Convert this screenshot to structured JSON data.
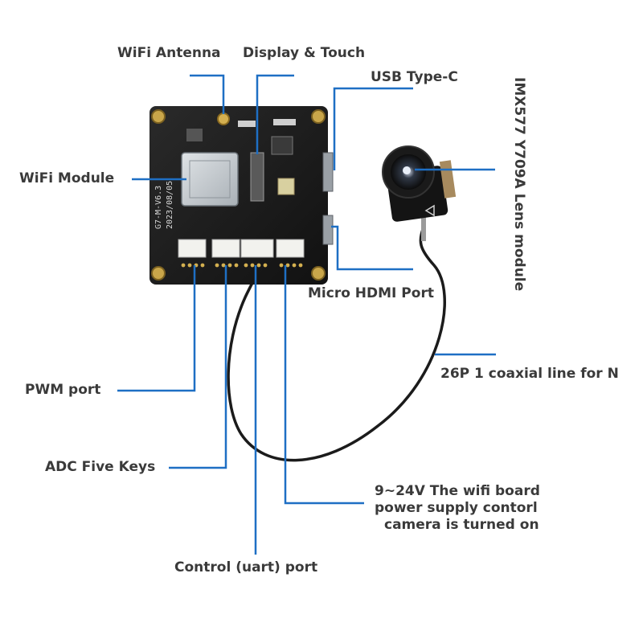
{
  "labels": {
    "wifi_antenna": "WiFi Antenna",
    "display_touch": "Display & Touch",
    "usb_type_c": "USB Type-C",
    "lens_module": "IMX577 Y709A Lens module",
    "wifi_module": "WiFi Module",
    "micro_hdmi": "Micro HDMI Port",
    "coaxial_line": "26P 1 coaxial line for N",
    "pwm_port": "PWM port",
    "adc_five_keys": "ADC Five Keys",
    "power_supply": [
      "9~24V The wifi board",
      "power supply contorl",
      "camera is turned on"
    ],
    "control_port": "Control (uart) port"
  },
  "board_silkscreen": {
    "version": "G7-M-V6.3",
    "date": "2023/08/05"
  },
  "colors": {
    "leader_line": "#1e6fc4",
    "label_text": "#3a3a3a",
    "pcb": "#1a1a1a",
    "connector": "#f2f2ee"
  }
}
